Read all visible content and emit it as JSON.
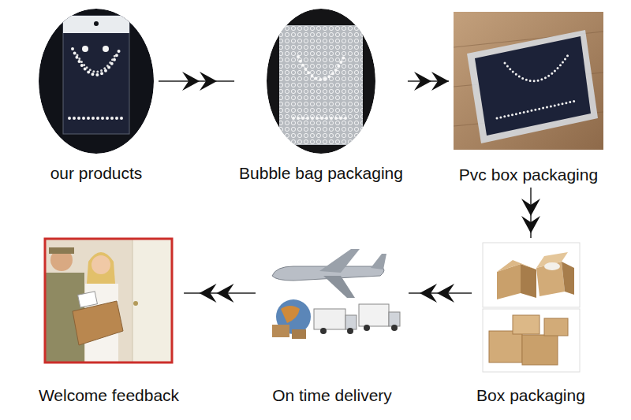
{
  "diagram": {
    "nodes": [
      {
        "text": [
          "our products"
        ]
      },
      {
        "text": [
          "Bubble bag packaging"
        ]
      },
      {
        "text": [
          "Pvc box packaging"
        ]
      },
      {
        "text": [
          "Welcome feedback"
        ]
      },
      {
        "text": [
          "On time delivery"
        ]
      },
      {
        "text": [
          "Box packaging"
        ]
      }
    ],
    "edges": [
      {
        "from": 0,
        "to": 1,
        "arrow": "to"
      },
      {
        "from": 1,
        "to": 2,
        "arrow": "to"
      },
      {
        "from": 2,
        "to": 5,
        "arrow": "to"
      },
      {
        "from": 5,
        "to": 4,
        "arrow": "to"
      },
      {
        "from": 4,
        "to": 3,
        "arrow": "to"
      }
    ]
  }
}
